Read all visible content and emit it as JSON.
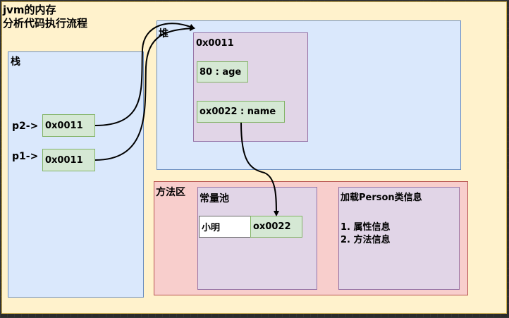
{
  "title": {
    "line1": "jvm的内存",
    "line2": "分析代码执行流程"
  },
  "stack": {
    "label": "栈",
    "p2_label": "p2->",
    "p2_value": "0x0011",
    "p1_label": "p1->",
    "p1_value": "0x0011"
  },
  "heap": {
    "label": "堆",
    "object_address": "0x0011",
    "age_field": "80 : age",
    "name_field": "ox0022 : name"
  },
  "method_area": {
    "label": "方法区",
    "constant_pool": {
      "label": "常量池",
      "string_value": "小明",
      "string_address": "ox0022"
    },
    "class_info": {
      "label": "加载Person类信息",
      "items": [
        "1. 属性信息",
        "2. 方法信息"
      ]
    }
  },
  "colors": {
    "outer_fill": "#fff2cc",
    "memory_area_fill": "#dae8fc",
    "method_area_fill": "#f8cecc",
    "object_fill": "#e1d5e7",
    "value_fill": "#d5e8d4"
  }
}
